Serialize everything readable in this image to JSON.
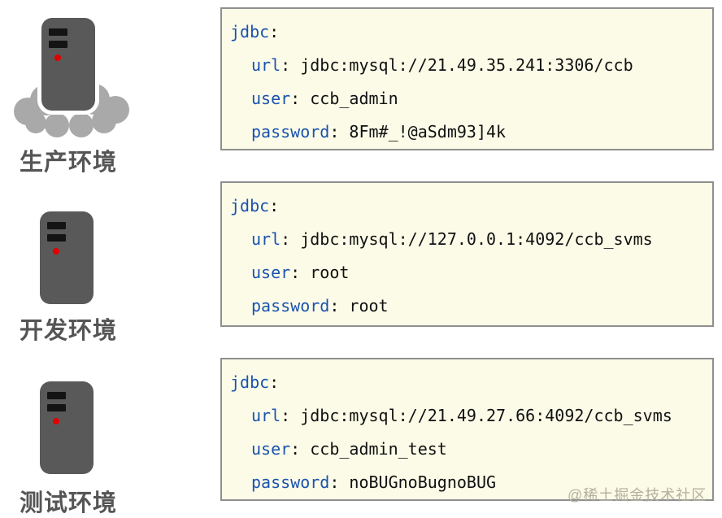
{
  "syntax": {
    "colon": ":",
    "colon_space": ": "
  },
  "colors": {
    "box_background": "#fbfbe8",
    "box_border": "#8f8f8f",
    "yaml_key_blue": "#1a53ae",
    "yaml_value_black": "#111111",
    "server_body_gray": "#595959",
    "server_bar_black": "#141414",
    "server_led_red": "#e30000",
    "cloud_gray": "#a9a9a9",
    "label_gray": "#555555",
    "watermark_gray": "#b5b0a0"
  },
  "watermark": "@稀土掘金技术社区",
  "environments": [
    {
      "label": "生产环境",
      "icon": "server-with-cloud-icon",
      "config": {
        "root_key": "jdbc",
        "entries": [
          {
            "key": "url",
            "value": "jdbc:mysql://21.49.35.241:3306/ccb"
          },
          {
            "key": "user",
            "value": "ccb_admin"
          },
          {
            "key": "password",
            "value": "8Fm#_!@aSdm93]4k"
          }
        ]
      }
    },
    {
      "label": "开发环境",
      "icon": "server-icon",
      "config": {
        "root_key": "jdbc",
        "entries": [
          {
            "key": "url",
            "value": "jdbc:mysql://127.0.0.1:4092/ccb_svms"
          },
          {
            "key": "user",
            "value": "root"
          },
          {
            "key": "password",
            "value": "root"
          }
        ]
      }
    },
    {
      "label": "测试环境",
      "icon": "server-icon",
      "config": {
        "root_key": "jdbc",
        "entries": [
          {
            "key": "url",
            "value": "jdbc:mysql://21.49.27.66:4092/ccb_svms"
          },
          {
            "key": "user",
            "value": "ccb_admin_test"
          },
          {
            "key": "password",
            "value": "noBUGnoBugnoBUG"
          }
        ]
      }
    }
  ]
}
